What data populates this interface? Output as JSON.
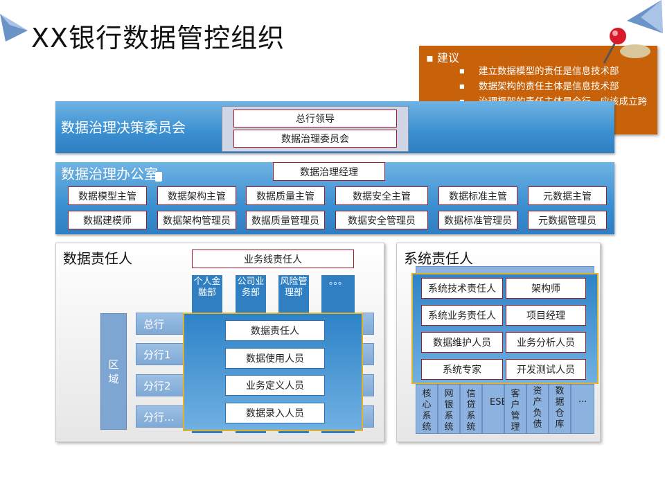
{
  "title": "XX银行数据管控组织",
  "suggestion": {
    "heading": "建议",
    "items": [
      "建立数据模型的责任是信息技术部",
      "数据架构的责任主体是信息技术部",
      "治理框架的责任主体是全行，应该成立跨部门的组织"
    ]
  },
  "committee": {
    "label": "数据治理决策委员会",
    "leaders": [
      "总行领导",
      "数据治理委员会"
    ]
  },
  "office": {
    "label": "数据治理办公室",
    "manager": "数据治理经理",
    "roles_top": [
      "数据模型主管",
      "数据架构主管",
      "数据质量主管",
      "数据安全主管",
      "数据标准主管",
      "元数据主管"
    ],
    "roles_bottom": [
      "数据建模师",
      "数据架构管理员",
      "数据质量管理员",
      "数据安全管理员",
      "数据标准管理员",
      "元数据管理员"
    ]
  },
  "data_owner": {
    "label": "数据责任人",
    "business_line": "业务线责任人",
    "departments": [
      "个人金融部",
      "公司业务部",
      "风险管理部",
      "。。。"
    ],
    "region": "区域",
    "branches": [
      "总行",
      "分行1",
      "分行2",
      "分行..."
    ],
    "people": [
      "数据责任人",
      "数据使用人员",
      "业务定义人员",
      "数据录入人员"
    ]
  },
  "system_owner": {
    "label": "系统责任人",
    "roles": [
      [
        "系统技术责任人",
        "架构师"
      ],
      [
        "系统业务责任人",
        "项目经理"
      ],
      [
        "数据维护人员",
        "业务分析人员"
      ],
      [
        "系统专家",
        "开发测试人员"
      ]
    ],
    "systems": [
      "核心系统",
      "网银系统",
      "信贷系统",
      "ESB",
      "客户管理",
      "资产负债",
      "数据仓库",
      "..."
    ]
  },
  "colors": {
    "accent": "#2f7fc2",
    "suggest": "#c8620a",
    "highlight": "#e0b22c",
    "box_border": "#a01a2c"
  }
}
